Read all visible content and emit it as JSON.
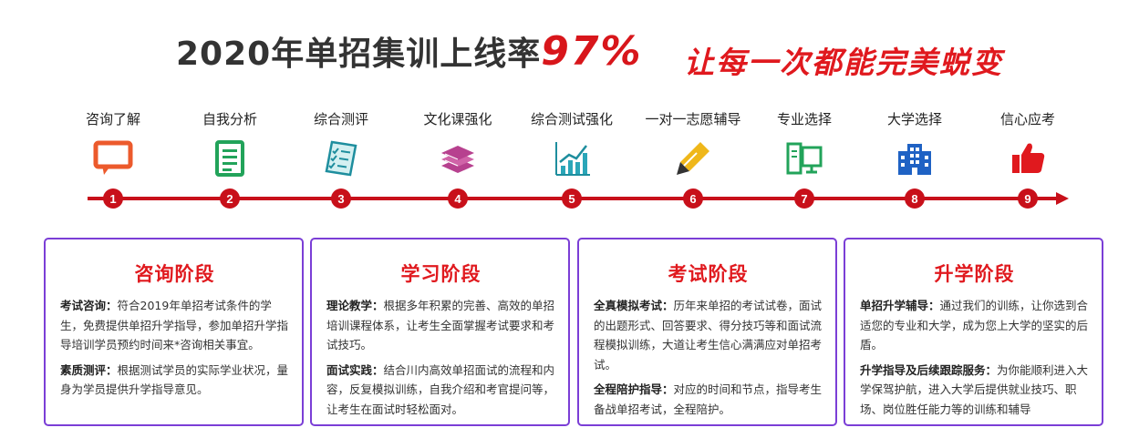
{
  "header": {
    "main_title": "2020年单招集训上线率",
    "rate": "97%",
    "slogan": "让每一次都能完美蜕变"
  },
  "steps": [
    {
      "label": "咨询了解",
      "number": "1",
      "icon": "chat-icon"
    },
    {
      "label": "自我分析",
      "number": "2",
      "icon": "document-icon"
    },
    {
      "label": "综合测评",
      "number": "3",
      "icon": "checklist-icon"
    },
    {
      "label": "文化课强化",
      "number": "4",
      "icon": "books-icon"
    },
    {
      "label": "综合测试强化",
      "number": "5",
      "icon": "chart-icon"
    },
    {
      "label": "一对一志愿辅导",
      "number": "6",
      "icon": "pen-icon"
    },
    {
      "label": "专业选择",
      "number": "7",
      "icon": "screen-icon"
    },
    {
      "label": "大学选择",
      "number": "8",
      "icon": "building-icon"
    },
    {
      "label": "信心应考",
      "number": "9",
      "icon": "thumbs-up-icon"
    }
  ],
  "stages": [
    {
      "title": "咨询阶段",
      "items": [
        {
          "head": "考试咨询：",
          "body": "符合2019年单招考试条件的学生，免费提供单招升学指导，参加单招升学指导培训学员预约时间来*咨询相关事宜。"
        },
        {
          "head": "素质测评：",
          "body": "根据测试学员的实际学业状况，量身为学员提供升学指导意见。"
        }
      ]
    },
    {
      "title": "学习阶段",
      "items": [
        {
          "head": "理论教学：",
          "body": "根据多年积累的完善、高效的单招培训课程体系，让考生全面掌握考试要求和考试技巧。"
        },
        {
          "head": "面试实践：",
          "body": "结合川内高效单招面试的流程和内容，反复模拟训练，自我介绍和考官提问等，让考生在面试时轻松面对。"
        }
      ]
    },
    {
      "title": "考试阶段",
      "items": [
        {
          "head": "全真模拟考试：",
          "body": "历年来单招的考试试卷，面试的出题形式、回答要求、得分技巧等和面试流程模拟训练，大道让考生信心满满应对单招考试。"
        },
        {
          "head": "全程陪护指导：",
          "body": "对应的时间和节点，指导考生备战单招考试，全程陪护。"
        }
      ]
    },
    {
      "title": "升学阶段",
      "items": [
        {
          "head": "单招升学辅导：",
          "body": "通过我们的训练，让你选到合适您的专业和大学，成为您上大学的坚实的后盾。"
        },
        {
          "head": "升学指导及后续跟踪服务：",
          "body": "为你能顺利进入大学保驾护航，进入大学后提供就业技巧、职场、岗位胜任能力等的训练和辅导"
        }
      ]
    }
  ],
  "colors": {
    "accent_red": "#d8161b",
    "icon_orange": "#ec5a2c",
    "icon_green": "#22a35a",
    "icon_purple": "#b7418f",
    "icon_teal": "#1e8e9e",
    "icon_yellow": "#efb71a",
    "icon_blue": "#1f62c4",
    "card_border": "#7b3ed6"
  }
}
